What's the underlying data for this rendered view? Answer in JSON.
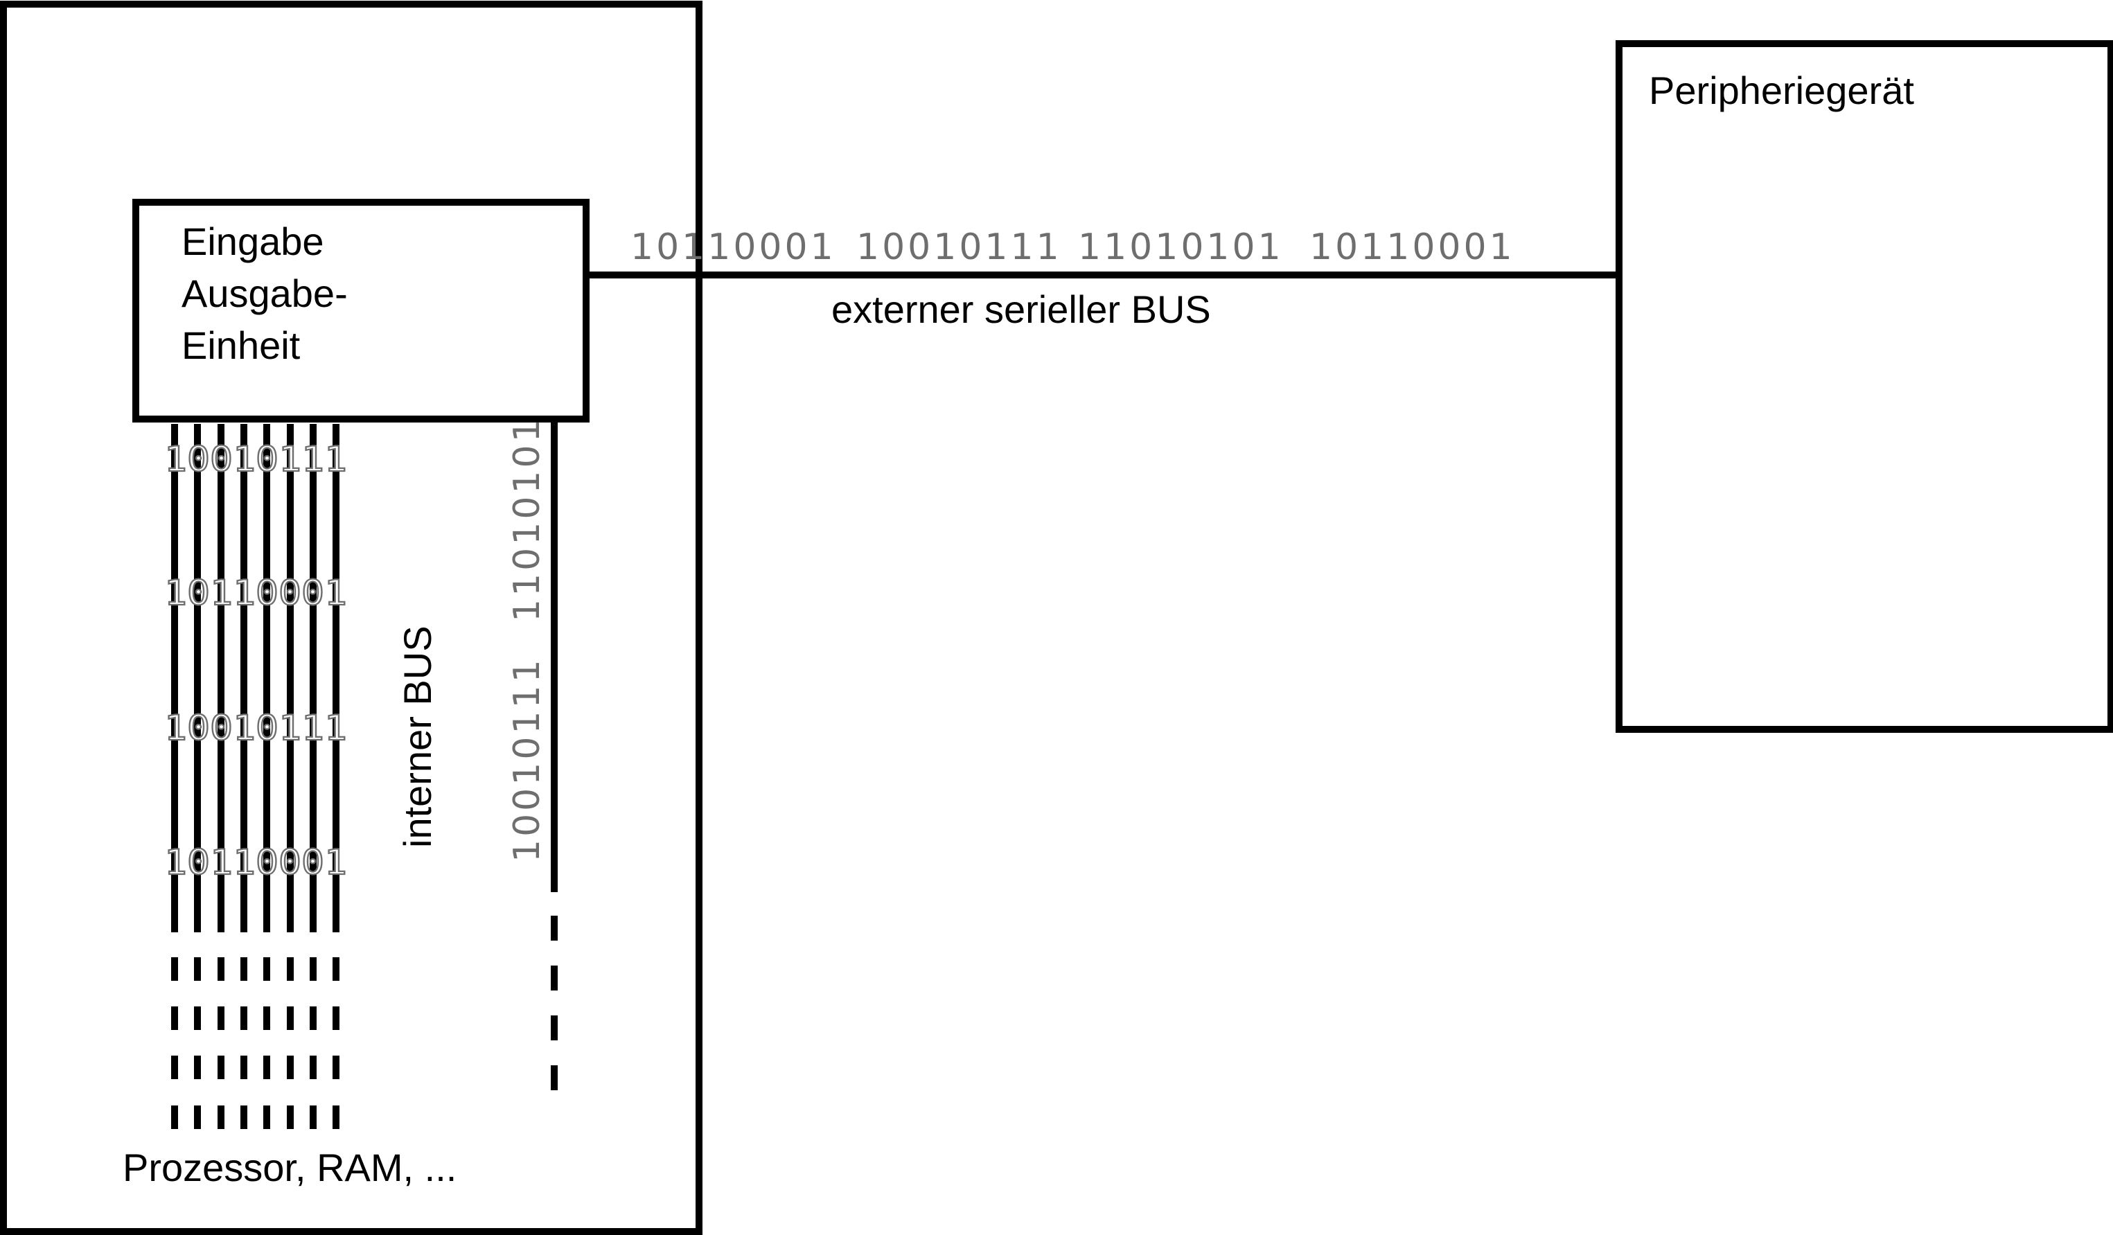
{
  "system": {
    "io_unit_lines": [
      "Eingabe",
      "Ausgabe-",
      "Einheit"
    ],
    "internal_bus_label": "interner BUS",
    "bottom_label": "Prozessor, RAM, ..."
  },
  "peripheral": {
    "label": "Peripheriegerät"
  },
  "external_bus": {
    "label": "externer serieller BUS",
    "bytes": [
      "10110001",
      "10010111",
      "11010101",
      "10110001"
    ]
  },
  "parallel_bus": {
    "bytes": [
      "10010111",
      "10110001",
      "10010111",
      "10110001"
    ]
  },
  "serial_internal": {
    "bytes": [
      "11010101",
      "10010111"
    ]
  }
}
